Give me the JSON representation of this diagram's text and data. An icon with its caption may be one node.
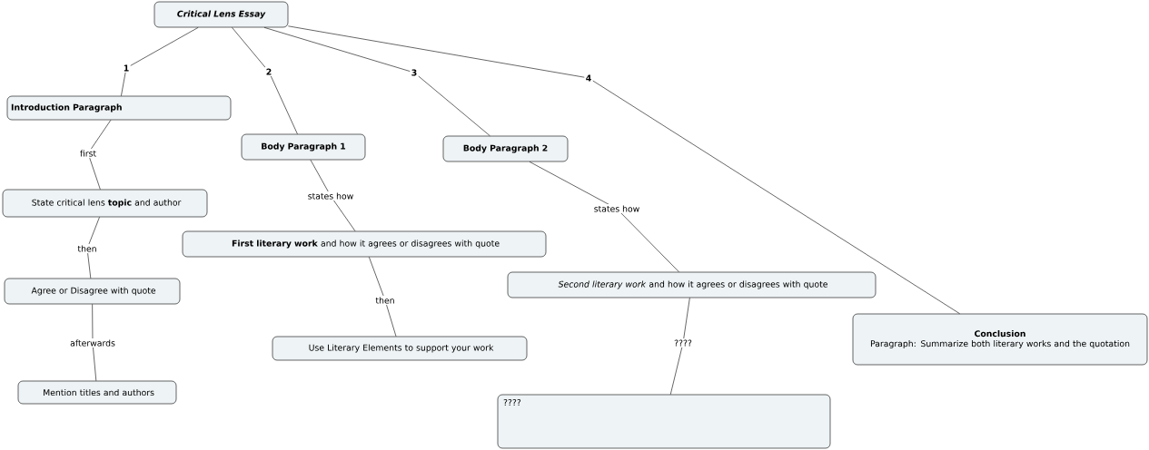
{
  "diagram": {
    "nodes": [
      {
        "text": [
          "Critical Lens Essay"
        ]
      },
      {
        "text": [
          "Introduction Paragraph"
        ]
      },
      {
        "text": [
          "Body Paragraph 1"
        ]
      },
      {
        "text": [
          "Body Paragraph 2"
        ]
      },
      {
        "text": [
          "Conclusion",
          "Paragraph: Summarize both literary works and the quotation"
        ]
      },
      {
        "text": [
          "State critical lens **topic** and author"
        ]
      },
      {
        "text": [
          "Agree or Disagree with quote"
        ]
      },
      {
        "text": [
          "Mention titles and authors"
        ]
      },
      {
        "text": [
          "**First literary work** and how it agrees or disagrees with quote"
        ]
      },
      {
        "text": [
          "Use Literary Elements to support your work"
        ]
      },
      {
        "text": [
          "*Second literary work* and how it agrees or disagrees with quote"
        ]
      },
      {
        "text": [
          "????"
        ]
      }
    ],
    "edges": [
      {
        "from": 0,
        "to": 1,
        "arrow": "none",
        "label": "1"
      },
      {
        "from": 0,
        "to": 2,
        "arrow": "none",
        "label": "2"
      },
      {
        "from": 0,
        "to": 3,
        "arrow": "none",
        "label": "3"
      },
      {
        "from": 0,
        "to": 4,
        "arrow": "none",
        "label": "4"
      },
      {
        "from": 1,
        "to": 5,
        "arrow": "none",
        "label": "first"
      },
      {
        "from": 5,
        "to": 6,
        "arrow": "none",
        "label": "then"
      },
      {
        "from": 6,
        "to": 7,
        "arrow": "none",
        "label": "afterwards"
      },
      {
        "from": 2,
        "to": 8,
        "arrow": "none",
        "label": "states how"
      },
      {
        "from": 8,
        "to": 9,
        "arrow": "none",
        "label": "then"
      },
      {
        "from": 3,
        "to": 10,
        "arrow": "none",
        "label": "states how"
      },
      {
        "from": 10,
        "to": 11,
        "arrow": "none",
        "label": "????"
      }
    ]
  }
}
